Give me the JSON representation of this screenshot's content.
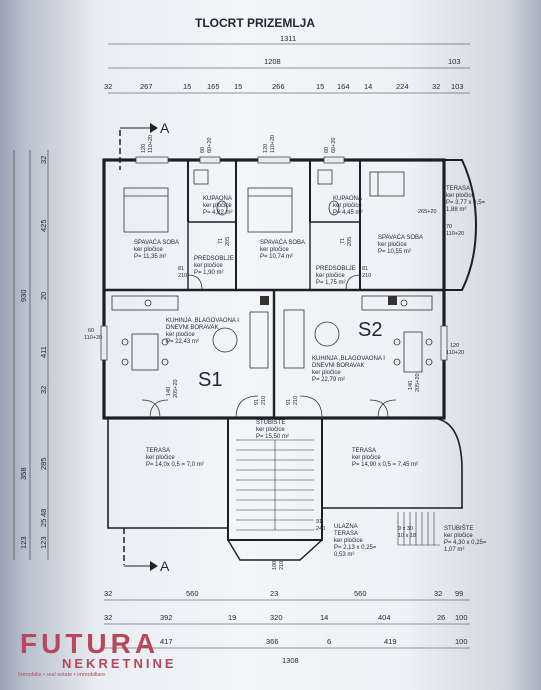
{
  "title": "TLOCRT PRIZEMLJA",
  "section_marker": "A",
  "units": [
    "S1",
    "S2"
  ],
  "rooms": [
    {
      "name": "SPAVAĆA SOBA",
      "finish": "ker pločice",
      "area": "P= 11,35 m²"
    },
    {
      "name": "KUPAONA",
      "finish": "ker pločice",
      "area": "P= 4,82 m²"
    },
    {
      "name": "SPAVAĆA SOBA",
      "finish": "ker pločice",
      "area": "P= 10,74 m²"
    },
    {
      "name": "KUPAONA",
      "finish": "ker pločice",
      "area": "P= 4,45 m²"
    },
    {
      "name": "SPAVAĆA SOBA",
      "finish": "ker pločice",
      "area": "P= 10,55 m²"
    },
    {
      "name": "PREDSOBLJE",
      "finish": "ker pločice",
      "area": "P= 1,90 m²"
    },
    {
      "name": "PREDSOBLJE",
      "finish": "ker pločice",
      "area": "P= 1,75 m²"
    },
    {
      "name": "KUHINJA ,BLAGOVAONA I",
      "name2": "DNEVNI BORAVAK",
      "finish": "ker pločice",
      "area": "P= 22,43 m²"
    },
    {
      "name": "KUHINJA ,BLAGOVAONA I",
      "name2": "DNEVNI BORAVAK",
      "finish": "ker pločice",
      "area": "P= 22,79 m²"
    },
    {
      "name": "STUBIŠTE",
      "finish": "ker pločice",
      "area": "P= 15,50 m²"
    },
    {
      "name": "TERASA",
      "finish": "ker pločice",
      "area": "P= 14,0x 0,5 = 7,0 m²"
    },
    {
      "name": "TERASA",
      "finish": "ker pločice",
      "area": "P= 14,90 x 0,5 = 7,45 m²"
    },
    {
      "name": "ULAZNA",
      "name2": "TERASA",
      "finish": "ker pločice",
      "area": "P= 2,13 x 0,25=",
      "area2": "0,53 m²"
    },
    {
      "name": "TERASA",
      "finish": "ker pločice",
      "area": "P= 3,77 x 0,5=",
      "area2": "1,88 m²"
    },
    {
      "name": "STUBIŠTE",
      "finish": "ker pločice",
      "area": "P= 4,30 x 0,25=",
      "area2": "1,07 m²"
    }
  ],
  "dims_top": {
    "overall": "1311",
    "row2": [
      "1208",
      "103"
    ],
    "row3": [
      "32",
      "267",
      "15",
      "165",
      "15",
      "266",
      "15",
      "164",
      "14",
      "224",
      "32",
      "103"
    ]
  },
  "dims_left": [
    "32",
    "425",
    "930",
    "20",
    "411",
    "32",
    "358",
    "285",
    "48",
    "25",
    "123",
    "123"
  ],
  "dims_bottom": {
    "row1": [
      "32",
      "560",
      "23",
      "560",
      "32",
      "99"
    ],
    "row2": [
      "32",
      "392",
      "19",
      "320",
      "14",
      "404",
      "26",
      "100"
    ],
    "row3": [
      "417",
      "366",
      "6",
      "419",
      "100"
    ],
    "overall": "1308"
  },
  "openings": [
    "120",
    "110+20",
    "60",
    "60+20",
    "120",
    "110+20",
    "60",
    "60+20",
    "71",
    "205",
    "71",
    "205",
    "81",
    "210",
    "81",
    "210",
    "70",
    "110+20",
    "265+20",
    "60",
    "110+20",
    "120",
    "110+20",
    "140",
    "205+20",
    "140",
    "205+20",
    "91",
    "210",
    "91",
    "210",
    "91",
    "240",
    "100",
    "210",
    "9 x 30",
    "10 x 18"
  ],
  "logo": {
    "main": "FUTURA",
    "sub": "NEKRETNINE",
    "tag": "Immobilie • real estate • immobiliare"
  }
}
